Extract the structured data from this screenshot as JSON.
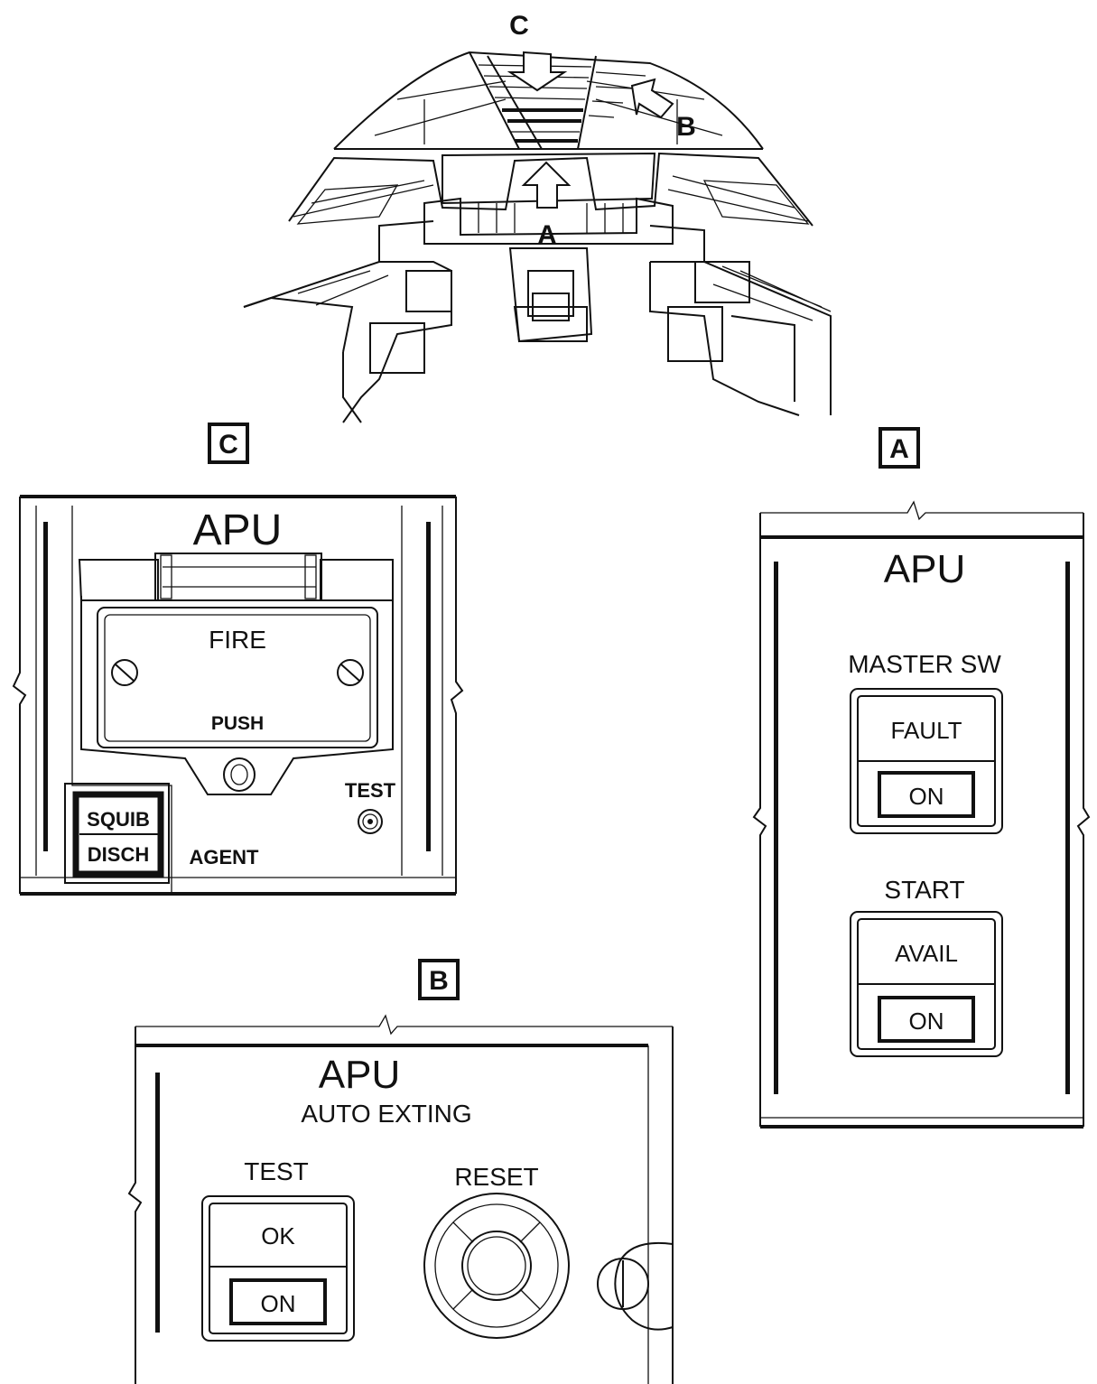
{
  "overview": {
    "callout_c": "C",
    "callout_b": "B",
    "callout_a": "A"
  },
  "panel_c": {
    "tag": "C",
    "title": "APU",
    "fire_label": "FIRE",
    "push_label": "PUSH",
    "test_label": "TEST",
    "squib_label": "SQUIB",
    "disch_label": "DISCH",
    "agent_label": "AGENT"
  },
  "panel_a": {
    "tag": "A",
    "title": "APU",
    "master_label": "MASTER SW",
    "fault_label": "FAULT",
    "master_on_label": "ON",
    "start_label": "START",
    "avail_label": "AVAIL",
    "start_on_label": "ON"
  },
  "panel_b": {
    "tag": "B",
    "title": "APU",
    "subtitle": "AUTO EXTING",
    "test_label": "TEST",
    "ok_label": "OK",
    "on_label": "ON",
    "reset_label": "RESET"
  }
}
